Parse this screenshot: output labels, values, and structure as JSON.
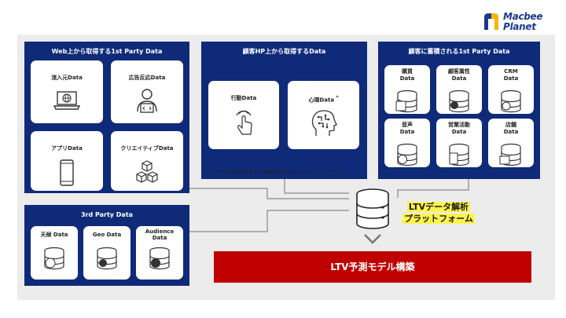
{
  "logo": {
    "line1": "Macbee",
    "line2": "Planet"
  },
  "web_panel": {
    "title": "Web上から取得する1st Party Data",
    "cards": [
      {
        "label": "流入元Data",
        "icon": "laptop-globe-icon"
      },
      {
        "label": "広告反応Data",
        "icon": "person-laptop-icon"
      },
      {
        "label": "アプリData",
        "icon": "smartphone-icon"
      },
      {
        "label": "クリエイティブData",
        "icon": "cubes-icon"
      }
    ]
  },
  "hp_panel": {
    "title": "顧客HP上から取得するData",
    "cards": [
      {
        "label": "行動Data",
        "icon": "touch-hand-icon"
      },
      {
        "label": "心理Data",
        "asterisk": "*",
        "icon": "brain-head-icon"
      }
    ],
    "note": "* ユーザーが自ら提供する趣味嗜好などのインサイトデータ"
  },
  "stored_panel": {
    "title": "顧客に蓄積される1st Party Data",
    "cards": [
      {
        "line1": "購買",
        "line2": "Data",
        "icon": "purchase-db-icon"
      },
      {
        "line1": "顧客属性",
        "line2": "Data",
        "icon": "attributes-db-icon"
      },
      {
        "line1": "CRM",
        "line2": "Data",
        "icon": "crm-db-icon"
      },
      {
        "line1": "音声",
        "line2": "Data",
        "icon": "voice-db-icon"
      },
      {
        "line1": "営業活動",
        "line2": "Data",
        "icon": "sales-db-icon"
      },
      {
        "line1": "店舗",
        "line2": "Data",
        "icon": "store-db-icon"
      }
    ]
  },
  "third_panel": {
    "title": "3rd Party Data",
    "cards": [
      {
        "line1": "天候 Data",
        "line2": "",
        "icon": "weather-db-icon"
      },
      {
        "line1": "Geo Data",
        "line2": "",
        "icon": "geo-db-icon"
      },
      {
        "line1": "Audience",
        "line2": "Data",
        "icon": "audience-db-icon"
      }
    ]
  },
  "platform": {
    "line1": "LTVデータ解析",
    "line2": "プラットフォーム"
  },
  "result": {
    "label": "LTV予測モデル構築"
  },
  "colors": {
    "navy": "#0f2a78",
    "red": "#c00000",
    "highlight": "#fff34d",
    "line": "#9a9a9a"
  }
}
